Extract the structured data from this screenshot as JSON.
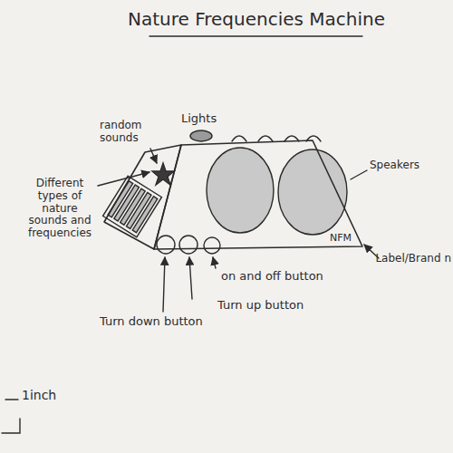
{
  "diagram": {
    "title": "Nature Frequencies Machine",
    "nodes": [
      {
        "text": [
          "NFM"
        ]
      }
    ],
    "labels": [
      "Lights",
      "random sounds",
      "Different types of nature sounds and frequencies",
      "Speakers",
      "Label/Brand n",
      "on and off button",
      "Turn up button",
      "Turn down button",
      "1inch"
    ]
  }
}
